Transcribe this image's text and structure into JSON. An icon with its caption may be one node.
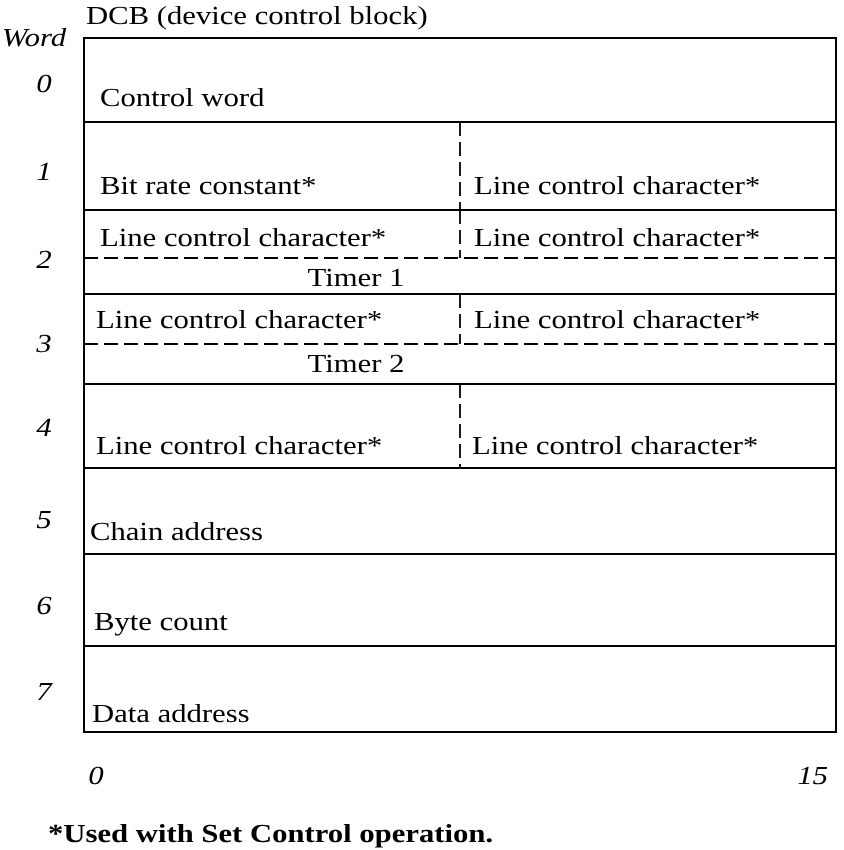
{
  "diagram": {
    "title": "DCB (device control block)",
    "caption": "*Used with Set Control operation.",
    "nodes": [
      {
        "text": [
          "Control word"
        ]
      },
      {
        "text": [
          "Bit rate constant*"
        ]
      },
      {
        "text": [
          "Line control character*"
        ]
      },
      {
        "text": [
          "Line control character*"
        ]
      },
      {
        "text": [
          "Line control character*"
        ]
      },
      {
        "text": [
          "Timer 1"
        ]
      },
      {
        "text": [
          "Line control character*"
        ]
      },
      {
        "text": [
          "Line control character*"
        ]
      },
      {
        "text": [
          "Timer 2"
        ]
      },
      {
        "text": [
          "Line control character*"
        ]
      },
      {
        "text": [
          "Line control character*"
        ]
      },
      {
        "text": [
          "Chain address"
        ]
      },
      {
        "text": [
          "Byte count"
        ]
      },
      {
        "text": [
          "Data address"
        ]
      }
    ],
    "labels": [
      "Word",
      "0",
      "1",
      "2",
      "3",
      "4",
      "5",
      "6",
      "7",
      "0",
      "15"
    ]
  }
}
